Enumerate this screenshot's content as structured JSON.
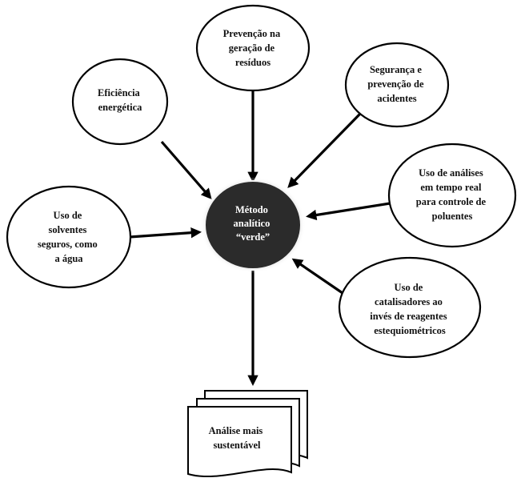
{
  "center": {
    "lines": [
      "Método",
      "analítico",
      "“verde”"
    ]
  },
  "nodes": {
    "eficiencia": {
      "lines": [
        "Eficiência",
        "energética"
      ]
    },
    "prevencao": {
      "lines": [
        "Prevenção na",
        "geração de",
        "resíduos"
      ]
    },
    "seguranca": {
      "lines": [
        "Segurança e",
        "prevenção de",
        "acidentes"
      ]
    },
    "analises": {
      "lines": [
        "Uso de análises",
        "em tempo real",
        "para controle de",
        "poluentes"
      ]
    },
    "solventes": {
      "lines": [
        "Uso de",
        "solventes",
        "seguros, como",
        "a água"
      ]
    },
    "catalisadores": {
      "lines": [
        "Uso de",
        "catalisadores ao",
        "invés de reagentes",
        "estequiométricos"
      ]
    }
  },
  "document": {
    "lines": [
      "Análise mais",
      "sustentável"
    ]
  },
  "colors": {
    "center_fill": "#2b2b2b",
    "line": "#000000",
    "background": "#ffffff"
  }
}
